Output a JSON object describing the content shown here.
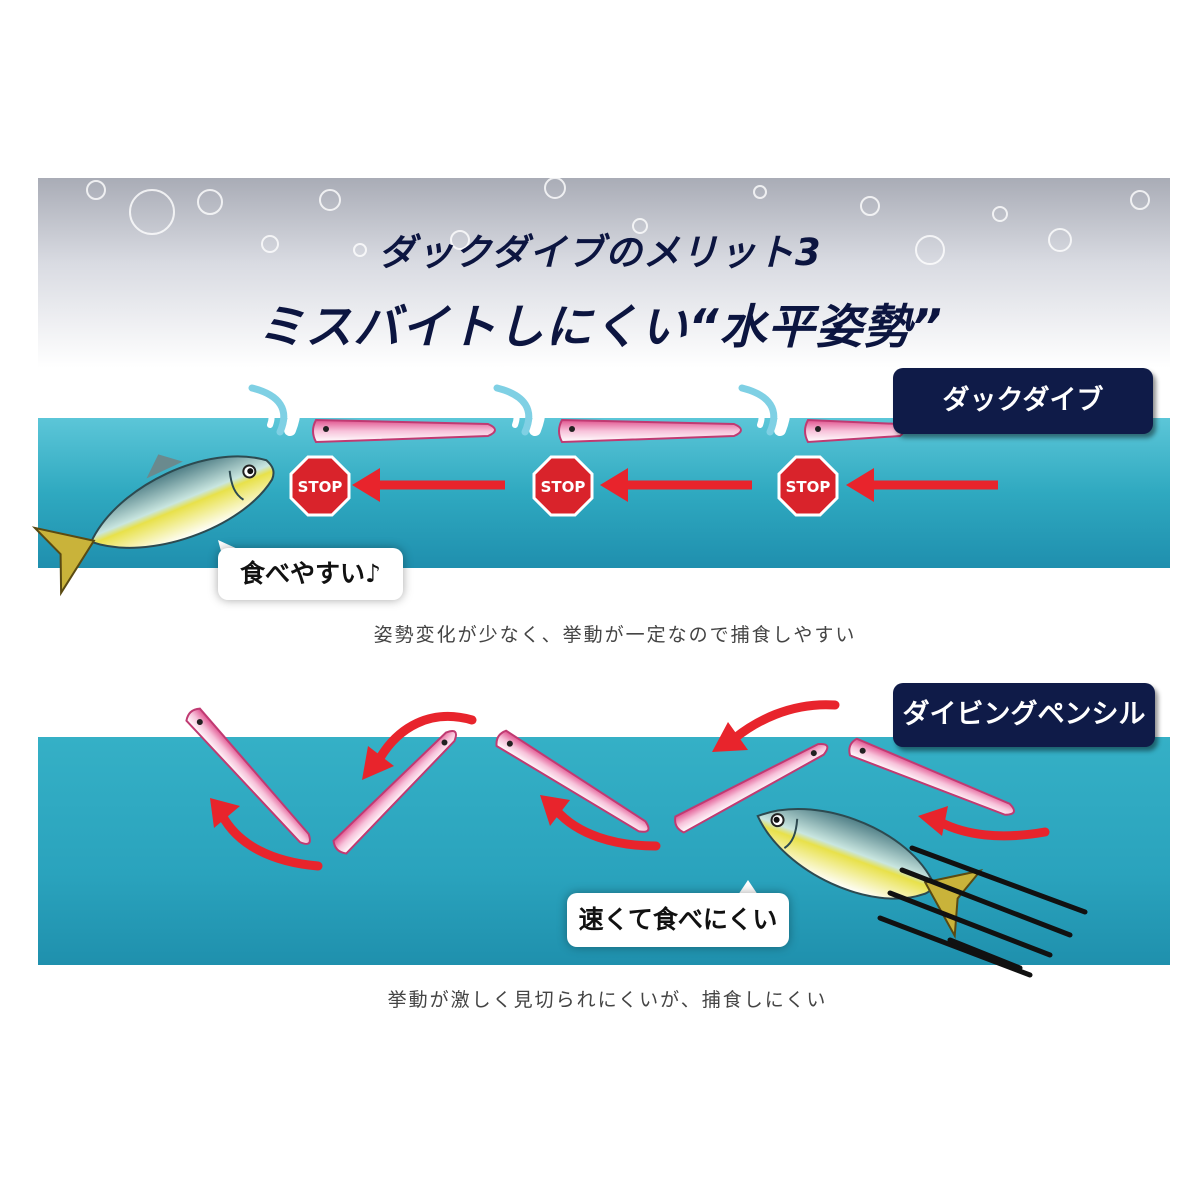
{
  "header": {
    "title_line1": "ダックダイブのメリット3",
    "title_line2": "ミスバイトしにくい“水平姿勢”"
  },
  "top_panel": {
    "label": "ダックダイブ",
    "stop_sign_text": "STOP",
    "speech_bubble": "食べやすい♪",
    "caption": "姿勢変化が少なく、挙動が一定なので捕食しやすい"
  },
  "bottom_panel": {
    "label": "ダイビングペンシル",
    "speech_bubble": "速くて食べにくい",
    "caption": "挙動が激しく見切られにくいが、捕食しにくい"
  },
  "colors": {
    "water": "#2fa9c0",
    "arrow": "#e8242c",
    "stop_sign": "#d9232b",
    "badge": "#0f1b48",
    "lure": "#f3a6c8"
  }
}
